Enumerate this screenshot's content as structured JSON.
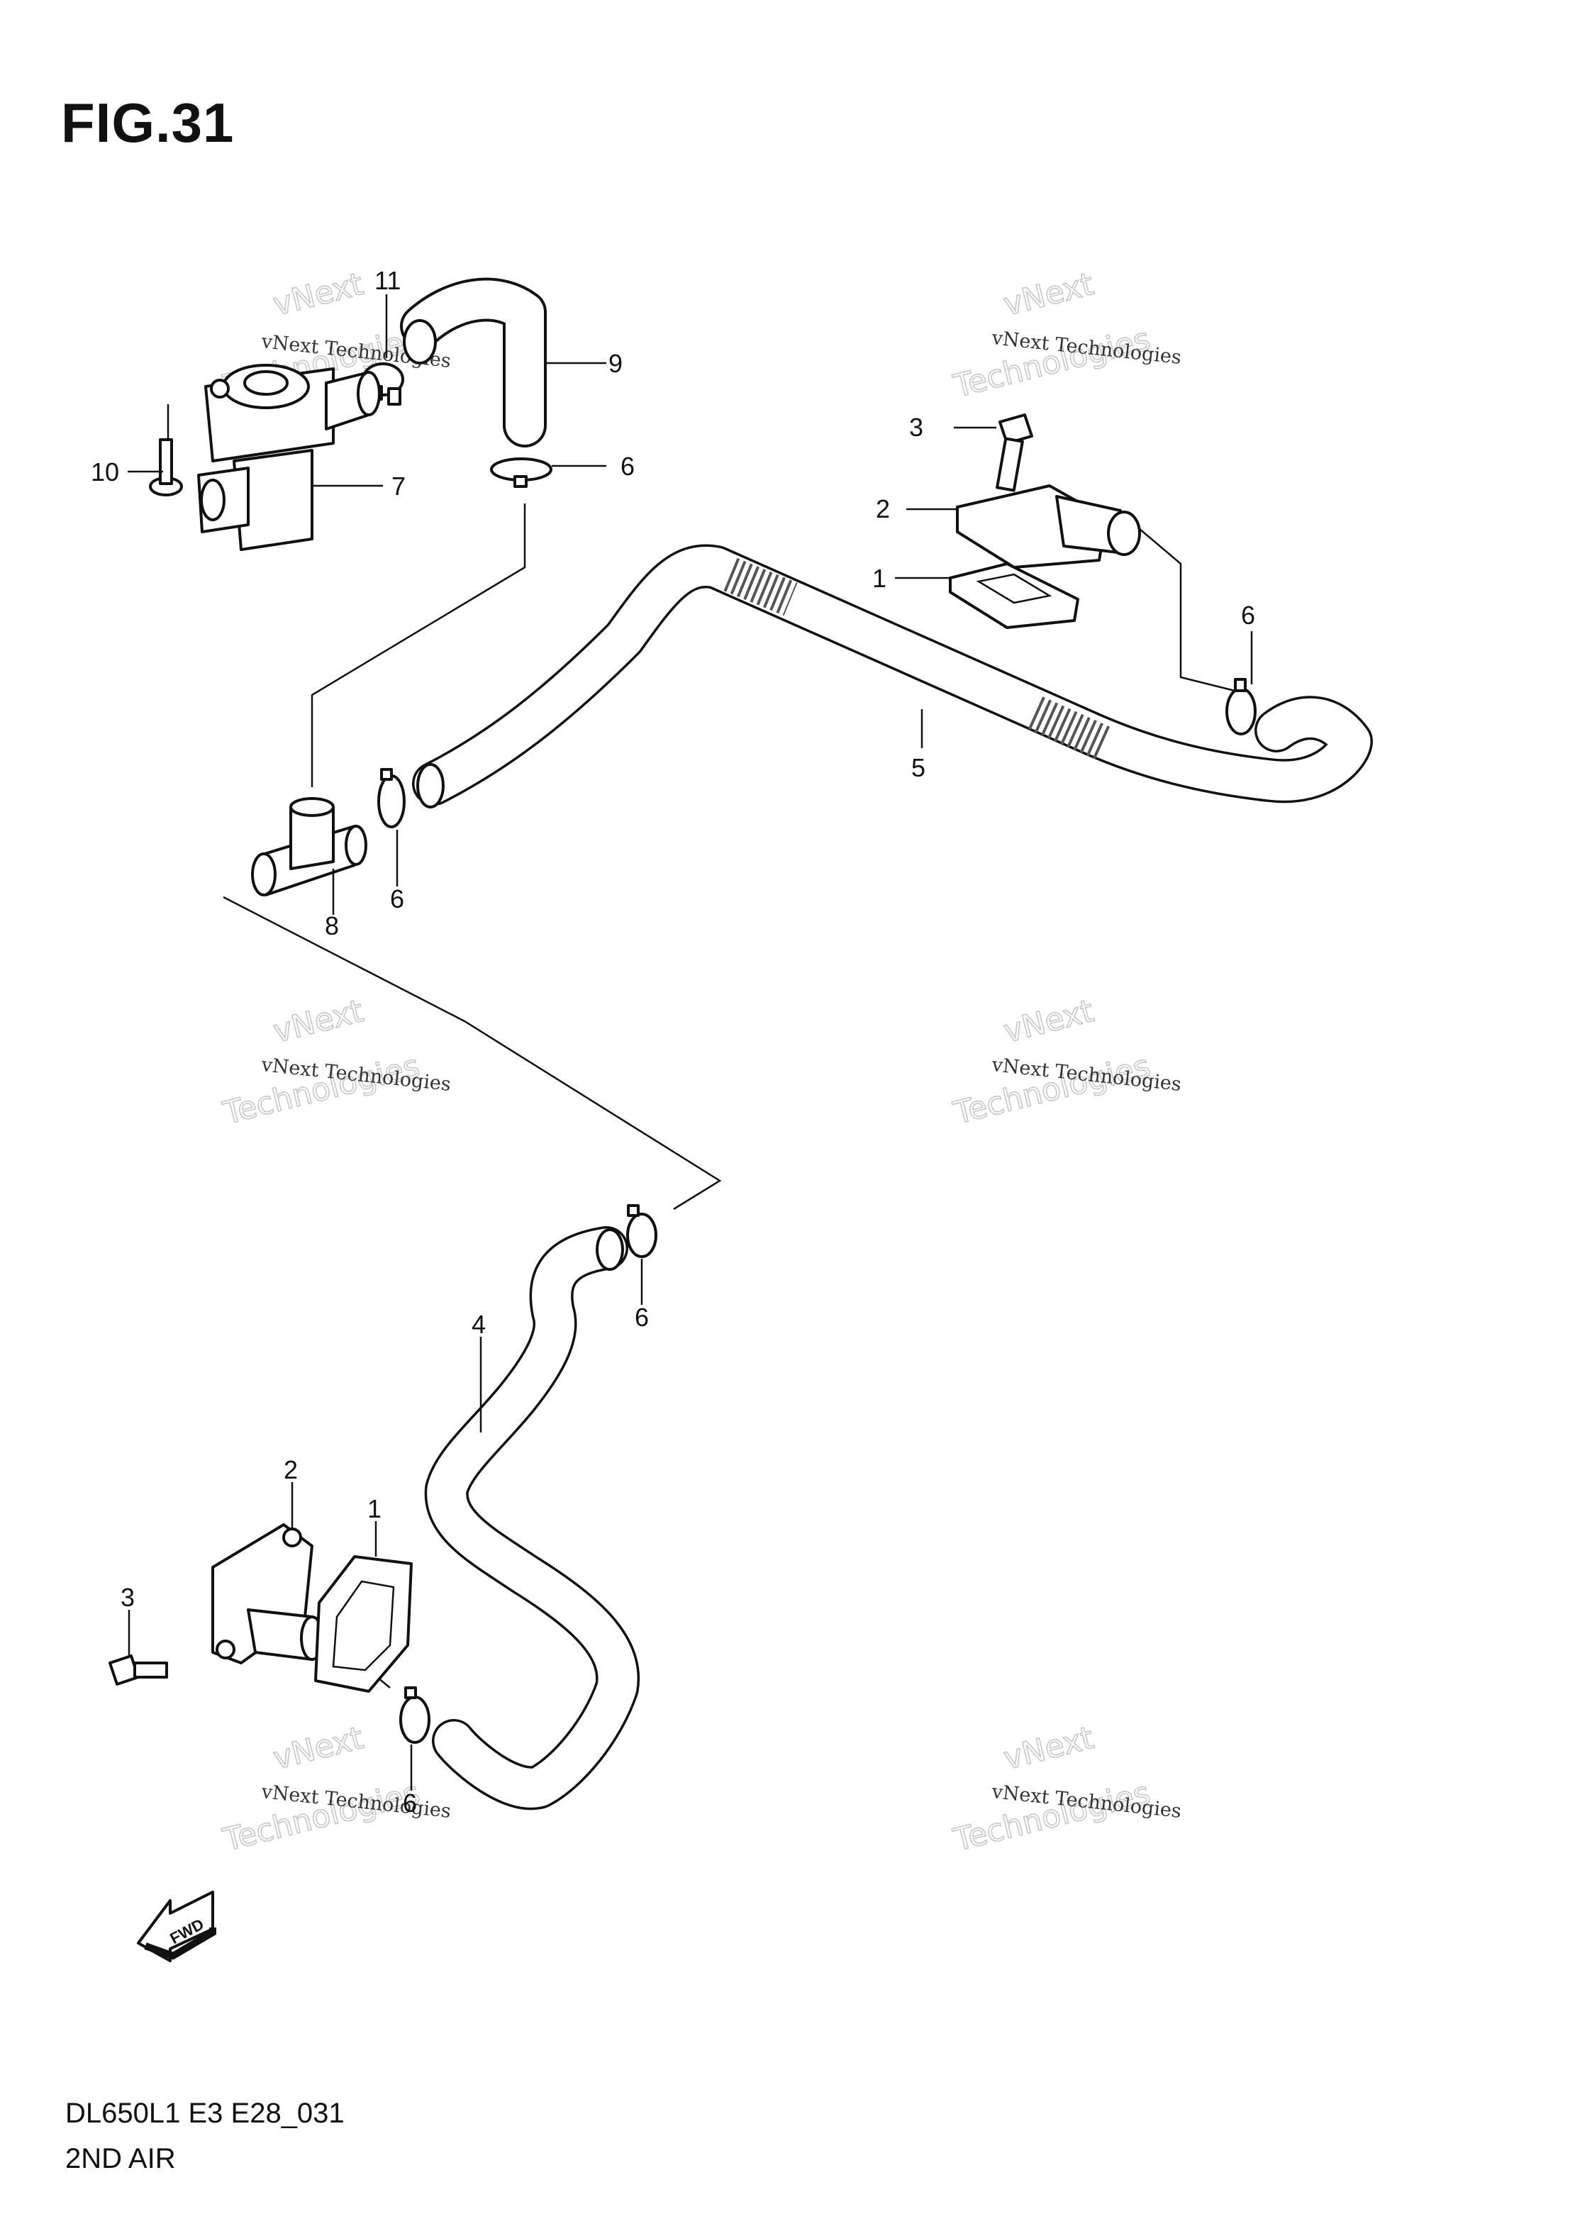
{
  "figure": {
    "title": "FIG.31",
    "model_code": "DL650L1 E3 E28_031",
    "section_name": "2ND AIR"
  },
  "callouts": {
    "c11": "11",
    "c9": "9",
    "c10": "10",
    "c7": "7",
    "c6a": "6",
    "c3a": "3",
    "c2a": "2",
    "c1a": "1",
    "c6b": "6",
    "c5": "5",
    "c8": "8",
    "c6c": "6",
    "c6d": "6",
    "c4": "4",
    "c2b": "2",
    "c1b": "1",
    "c3b": "3",
    "c6e": "6"
  },
  "fwd_label": "FWD",
  "watermark": {
    "line1": "vNext Technologies",
    "line2": "vNext",
    "line3": "Technologies"
  }
}
